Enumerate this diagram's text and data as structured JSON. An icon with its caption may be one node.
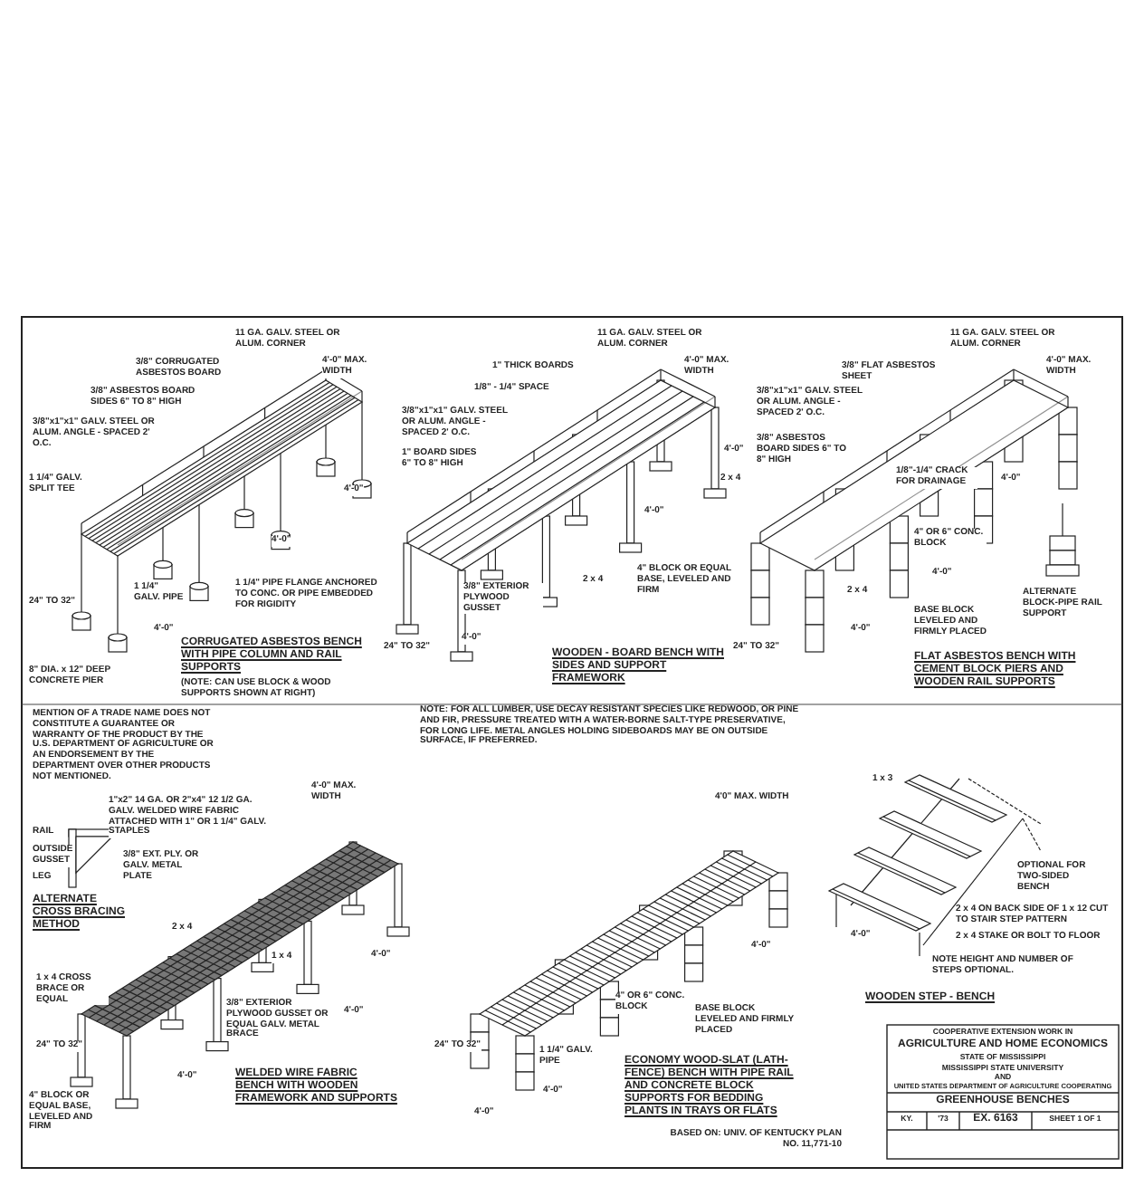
{
  "diagram": {
    "labels": [
      "11 GA. GALV. STEEL OR ALUM. CORNER",
      "4'-0\" MAX. WIDTH",
      "3/8\" CORRUGATED ASBESTOS BOARD",
      "3/8\" ASBESTOS BOARD SIDES 6\" TO 8\" HIGH",
      "3/8\"x1\"x1\" GALV. STEEL OR ALUM. ANGLE - SPACED 2' O.C.",
      "1 1/4\" GALV. SPLIT TEE",
      "1 1/4\" GALV. PIPE",
      "1 1/4\" PIPE FLANGE ANCHORED TO CONC. OR PIPE EMBEDDED FOR RIGIDITY",
      "8\" DIA. x 12\" DEEP CONCRETE PIER",
      "24\" TO 32\"",
      "4'-0\"",
      "4'-0\"",
      "4'-0\"",
      "CORRUGATED ASBESTOS BENCH WITH PIPE COLUMN AND RAIL SUPPORTS",
      "(NOTE: CAN USE BLOCK & WOOD SUPPORTS SHOWN AT RIGHT)",
      "11 GA. GALV. STEEL OR ALUM. CORNER",
      "4'-0\" MAX. WIDTH",
      "1\" THICK BOARDS",
      "1/8\" - 1/4\" SPACE",
      "3/8\"x1\"x1\" GALV. STEEL OR ALUM. ANGLE - SPACED 2' O.C.",
      "1\" BOARD SIDES 6\" TO 8\" HIGH",
      "2 x 4",
      "3/8\" EXTERIOR PLYWOOD GUSSET",
      "2 x 4",
      "4\" BLOCK OR EQUAL BASE, LEVELED AND FIRM",
      "24\" TO 32\"",
      "4'-0\"",
      "4'-0\"",
      "4'-0\"",
      "WOODEN - BOARD BENCH WITH SIDES AND SUPPORT FRAMEWORK",
      "11 GA. GALV. STEEL OR ALUM. CORNER",
      "4'-0\" MAX. WIDTH",
      "3/8\" FLAT ASBESTOS SHEET",
      "3/8\"x1\"x1\" GALV. STEEL OR ALUM. ANGLE - SPACED 2' O.C.",
      "3/8\" ASBESTOS BOARD SIDES 6\" TO 8\" HIGH",
      "1/8\"-1/4\" CRACK FOR DRAINAGE",
      "2 x 4",
      "4\" OR 6\" CONC. BLOCK",
      "BASE BLOCK LEVELED AND FIRMLY PLACED",
      "ALTERNATE BLOCK-PIPE RAIL SUPPORT",
      "24\" TO 32\"",
      "4'-0\"",
      "4'-0\"",
      "4'-0\"",
      "FLAT ASBESTOS BENCH WITH CEMENT BLOCK PIERS AND WOODEN RAIL SUPPORTS",
      "MENTION OF A TRADE NAME DOES NOT CONSTITUTE A GUARANTEE OR WARRANTY OF THE PRODUCT BY THE U.S. DEPARTMENT OF AGRICULTURE OR AN ENDORSEMENT BY THE DEPARTMENT OVER OTHER PRODUCTS NOT MENTIONED.",
      "NOTE: FOR ALL LUMBER, USE DECAY RESISTANT SPECIES LIKE REDWOOD, OR PINE AND FIR, PRESSURE TREATED WITH A WATER-BORNE SALT-TYPE PRESERVATIVE, FOR LONG LIFE. METAL ANGLES HOLDING SIDEBOARDS MAY BE ON OUTSIDE SURFACE, IF PREFERRED.",
      "1\"x2\" 14 GA. OR 2\"x4\" 12 1/2 GA. GALV. WELDED WIRE FABRIC ATTACHED WITH 1\" OR 1 1/4\" GALV. STAPLES",
      "4'-0\" MAX. WIDTH",
      "RAIL",
      "OUTSIDE GUSSET",
      "LEG",
      "3/8\" EXT. PLY. OR GALV. METAL PLATE",
      "ALTERNATE CROSS BRACING METHOD",
      "2 x 4",
      "1 x 4",
      "1 x 4 CROSS BRACE OR EQUAL",
      "3/8\" EXTERIOR PLYWOOD GUSSET OR EQUAL GALV. METAL BRACE",
      "4\" BLOCK OR EQUAL BASE, LEVELED AND FIRM",
      "24\" TO 32\"",
      "4'-0\"",
      "4'-0\"",
      "4'-0\"",
      "WELDED WIRE FABRIC BENCH WITH WOODEN FRAMEWORK AND SUPPORTS",
      "4'0\" MAX. WIDTH",
      "4\" OR 6\" CONC. BLOCK",
      "1 1/4\" GALV. PIPE",
      "BASE BLOCK LEVELED AND FIRMLY PLACED",
      "24\" TO 32\"",
      "4'-0\"",
      "4'-0\"",
      "4'-0\"",
      "ECONOMY WOOD-SLAT (LATH-FENCE) BENCH WITH PIPE RAIL AND CONCRETE BLOCK SUPPORTS FOR BEDDING PLANTS IN TRAYS OR FLATS",
      "BASED ON: UNIV. OF KENTUCKY PLAN NO. 11,771-10",
      "1 x 3",
      "OPTIONAL FOR TWO-SIDED BENCH",
      "2 x 4 ON BACK SIDE OF 1 x 12 CUT TO STAIR STEP PATTERN",
      "2 x 4 STAKE OR BOLT TO FLOOR",
      "NOTE HEIGHT AND NUMBER OF STEPS OPTIONAL.",
      "4'-0\"",
      "WOODEN STEP - BENCH",
      "COOPERATIVE EXTENSION WORK IN",
      "AGRICULTURE AND HOME ECONOMICS",
      "STATE OF MISSISSIPPI",
      "MISSISSIPPI STATE UNIVERSITY",
      "AND",
      "UNITED STATES DEPARTMENT OF AGRICULTURE COOPERATING",
      "GREENHOUSE BENCHES",
      "KY.",
      "'73",
      "EX. 6163",
      "SHEET 1 OF 1"
    ]
  }
}
